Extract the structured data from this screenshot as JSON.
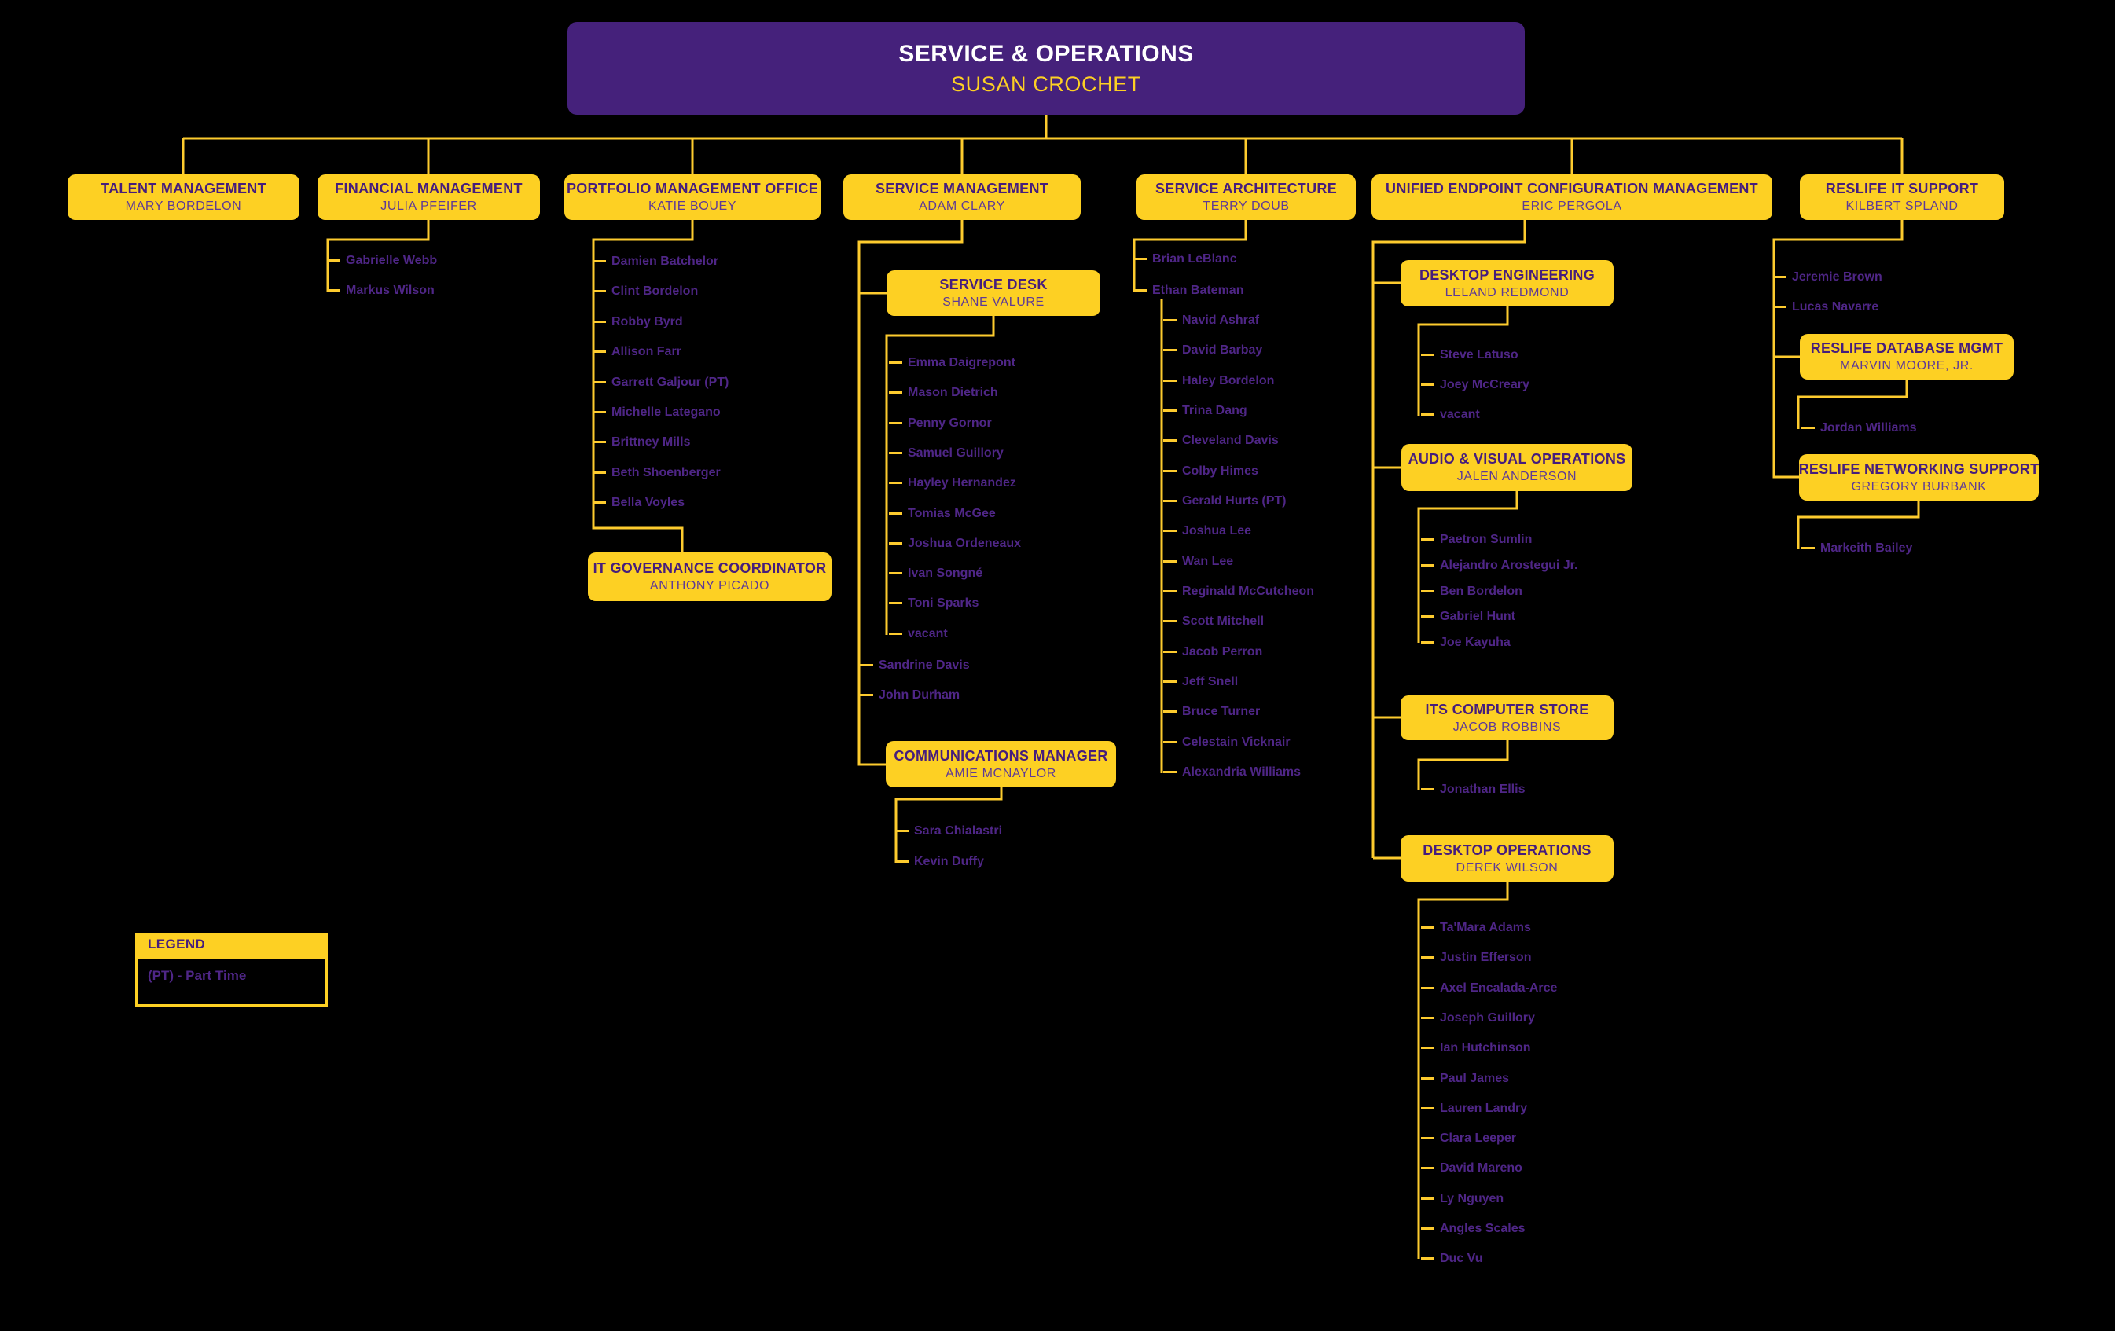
{
  "root": {
    "title": "SERVICE & OPERATIONS",
    "name": "SUSAN CROCHET"
  },
  "legend": {
    "title": "LEGEND",
    "entries": [
      "(PT) - Part Time"
    ]
  },
  "colors": {
    "background": "#000000",
    "gold": "#FDD023",
    "root_purple": "#45217B",
    "box_title_purple": "#461D7C",
    "box_person_purple": "#5E3A96",
    "member_purple": "#4F2687",
    "connector_gold": "#FDCB2E",
    "root_title_white": "#FFFFFF"
  },
  "departments": [
    {
      "title": "TALENT MANAGEMENT",
      "name": "MARY BORDELON",
      "members": []
    },
    {
      "title": "FINANCIAL MANAGEMENT",
      "name": "JULIA PFEIFER",
      "members": [
        "Gabrielle Webb",
        "Markus Wilson"
      ]
    },
    {
      "title": "PORTFOLIO MANAGEMENT OFFICE",
      "name": "KATIE BOUEY",
      "members": [
        "Damien Batchelor",
        "Clint Bordelon",
        "Robby Byrd",
        "Allison Farr",
        "Garrett Galjour (PT)",
        "Michelle Lategano",
        "Brittney Mills",
        "Beth Shoenberger",
        "Bella Voyles"
      ],
      "sub": {
        "title": "IT GOVERNANCE COORDINATOR",
        "name": "ANTHONY PICADO"
      }
    },
    {
      "title": "SERVICE MANAGEMENT",
      "name": "ADAM CLARY",
      "members": [
        "Sandrine Davis",
        "John Durham"
      ],
      "service_desk": {
        "title": "SERVICE DESK",
        "name": "SHANE VALURE",
        "members": [
          "Emma Daigrepont",
          "Mason Dietrich",
          "Penny Gornor",
          "Samuel Guillory",
          "Hayley Hernandez",
          "Tomias McGee",
          "Joshua Ordeneaux",
          "Ivan Songné",
          "Toni Sparks",
          "vacant"
        ]
      },
      "comms": {
        "title": "COMMUNICATIONS MANAGER",
        "name": "AMIE MCNAYLOR",
        "members": [
          "Sara Chialastri",
          "Kevin Duffy"
        ]
      }
    },
    {
      "title": "SERVICE ARCHITECTURE",
      "name": "TERRY DOUB",
      "members": [
        "Brian LeBlanc",
        "Ethan Bateman"
      ],
      "team": [
        "Navid Ashraf",
        "David Barbay",
        "Haley Bordelon",
        "Trina Dang",
        "Cleveland Davis",
        "Colby Himes",
        "Gerald Hurts (PT)",
        "Joshua Lee",
        "Wan Lee",
        "Reginald McCutcheon",
        "Scott Mitchell",
        "Jacob Perron",
        "Jeff Snell",
        "Bruce Turner",
        "Celestain Vicknair",
        "Alexandria Williams"
      ]
    },
    {
      "title": "UNIFIED ENDPOINT CONFIGURATION MANAGEMENT",
      "name": "ERIC PERGOLA",
      "units": [
        {
          "title": "DESKTOP ENGINEERING",
          "name": "LELAND REDMOND",
          "members": [
            "Steve Latuso",
            "Joey McCreary",
            "vacant"
          ]
        },
        {
          "title": "AUDIO & VISUAL OPERATIONS",
          "name": "JALEN ANDERSON",
          "members": [
            "Paetron Sumlin",
            "Alejandro Arostegui Jr.",
            "Ben Bordelon",
            "Gabriel Hunt",
            "Joe Kayuha"
          ]
        },
        {
          "title": "ITS COMPUTER STORE",
          "name": "JACOB ROBBINS",
          "members": [
            "Jonathan Ellis"
          ]
        },
        {
          "title": "DESKTOP OPERATIONS",
          "name": "DEREK WILSON",
          "members": [
            "Ta'Mara Adams",
            "Justin Efferson",
            "Axel Encalada-Arce",
            "Joseph Guillory",
            "Ian Hutchinson",
            "Paul James",
            "Lauren Landry",
            "Clara Leeper",
            "David Mareno",
            "Ly Nguyen",
            "Angles Scales",
            "Duc Vu"
          ]
        }
      ]
    },
    {
      "title": "RESLIFE IT SUPPORT",
      "name": "KILBERT SPLAND",
      "members": [
        "Jeremie Brown",
        "Lucas Navarre"
      ],
      "units": [
        {
          "title": "RESLIFE DATABASE MGMT",
          "name": "MARVIN MOORE, JR.",
          "members": [
            "Jordan Williams"
          ]
        },
        {
          "title": "RESLIFE NETWORKING SUPPORT",
          "name": "GREGORY BURBANK",
          "members": [
            "Markeith Bailey"
          ]
        }
      ]
    }
  ]
}
